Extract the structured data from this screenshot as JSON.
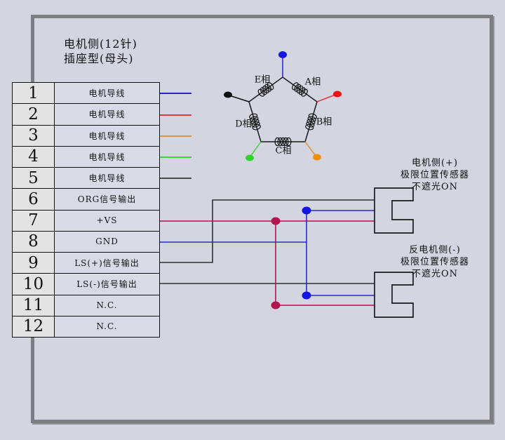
{
  "colors": {
    "background": "#d3d5e1",
    "frame_gray": "#7e7e82",
    "line_black": "#1a1a1a",
    "wire_blue": "#2323cf",
    "wire_red": "#e03c3c",
    "wire_orange": "#e2913f",
    "wire_green": "#3cd43c",
    "wire_gray": "#4a4a4a",
    "signal_black": "#303030",
    "vs_crimson": "#b3154e",
    "gnd_blue": "#2a2ad0",
    "dot_blue": "#1414e6",
    "dot_red": "#ee1111",
    "dot_orange": "#f08c00",
    "dot_green": "#2cd42c",
    "dot_black": "#111111",
    "junction_crimson": "#b3154e",
    "junction_blue": "#1414e6"
  },
  "header": {
    "title_line1": "电机侧(12针)",
    "title_line2": "插座型(母头)"
  },
  "connector_table": {
    "rows": [
      {
        "pin": "1",
        "label": "电机导线"
      },
      {
        "pin": "2",
        "label": "电机导线"
      },
      {
        "pin": "3",
        "label": "电机导线"
      },
      {
        "pin": "4",
        "label": "电机导线"
      },
      {
        "pin": "5",
        "label": "电机导线"
      },
      {
        "pin": "6",
        "label": "ORG信号输出"
      },
      {
        "pin": "7",
        "label": "+VS"
      },
      {
        "pin": "8",
        "label": "GND"
      },
      {
        "pin": "9",
        "label": "LS(+)信号输出"
      },
      {
        "pin": "10",
        "label": "LS(-)信号输出"
      },
      {
        "pin": "11",
        "label": "N.C."
      },
      {
        "pin": "12",
        "label": "N.C."
      }
    ]
  },
  "pentagon": {
    "phases": [
      {
        "label": "A相"
      },
      {
        "label": "B相"
      },
      {
        "label": "C相"
      },
      {
        "label": "D相"
      },
      {
        "label": "E相"
      }
    ]
  },
  "sensors": [
    {
      "line1": "电机侧(+)",
      "line2": "极限位置传感器",
      "line3": "不遮光ON"
    },
    {
      "line1": "反电机侧(-)",
      "line2": "极限位置传感器",
      "line3": "不遮光ON"
    }
  ]
}
